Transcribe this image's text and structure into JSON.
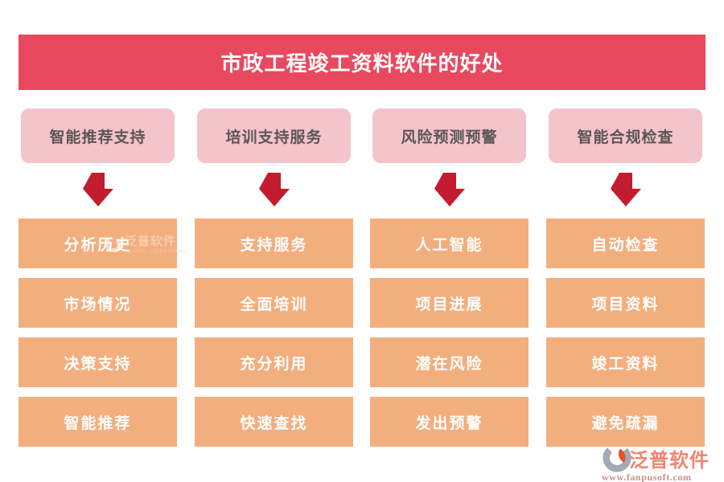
{
  "title": "市政工程竣工资料软件的好处",
  "columns": [
    {
      "header": "智能推荐支持",
      "items": [
        "分析历史",
        "市场情况",
        "决策支持",
        "智能推荐"
      ]
    },
    {
      "header": "培训支持服务",
      "items": [
        "支持服务",
        "全面培训",
        "充分利用",
        "快速查找"
      ]
    },
    {
      "header": "风险预测预警",
      "items": [
        "人工智能",
        "项目进展",
        "潜在风险",
        "发出预警"
      ]
    },
    {
      "header": "智能合规检查",
      "items": [
        "自动检查",
        "项目资料",
        "竣工资料",
        "避免疏漏"
      ]
    }
  ],
  "watermark": {
    "brand": "泛普软件",
    "caption": "FANPU SOFTWARE"
  },
  "footer": {
    "brand": "泛普软件",
    "url": "www.fanpusoft.com"
  },
  "icons": {
    "column_arrow": "down-arrow",
    "brand_logo": "fanpu-swirl-logo"
  },
  "colors": {
    "banner-red": "#e8495e",
    "pink": "#f4c4cb",
    "pink-text": "#5b5757",
    "orange": "#f3ae7e",
    "box-text": "#ffffff",
    "arrow-red": "#c31c30",
    "brand-salmon": "#ee8570",
    "url-color": "#c5908a",
    "logo-gray": "#a3a9b5",
    "logo-orange": "#e4532e"
  }
}
